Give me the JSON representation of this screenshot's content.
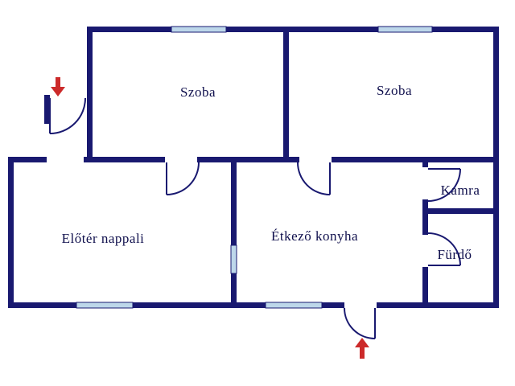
{
  "colors": {
    "wall": "#191970",
    "window": "#bdd7ea",
    "arrow": "#cc2a2a",
    "background": "#ffffff",
    "label": "#10104d"
  },
  "rooms": [
    {
      "id": "szoba-left",
      "label": "Szoba"
    },
    {
      "id": "szoba-right",
      "label": "Szoba"
    },
    {
      "id": "eloter-nappali",
      "label": "Előtér nappali"
    },
    {
      "id": "etkezo-konyha",
      "label": "Étkező konyha"
    },
    {
      "id": "kamra",
      "label": "Kamra"
    },
    {
      "id": "furdo",
      "label": "Fürdő"
    }
  ],
  "markers": [
    {
      "id": "entrance-arrow-top",
      "direction": "down"
    },
    {
      "id": "entrance-arrow-bottom",
      "direction": "up"
    }
  ]
}
